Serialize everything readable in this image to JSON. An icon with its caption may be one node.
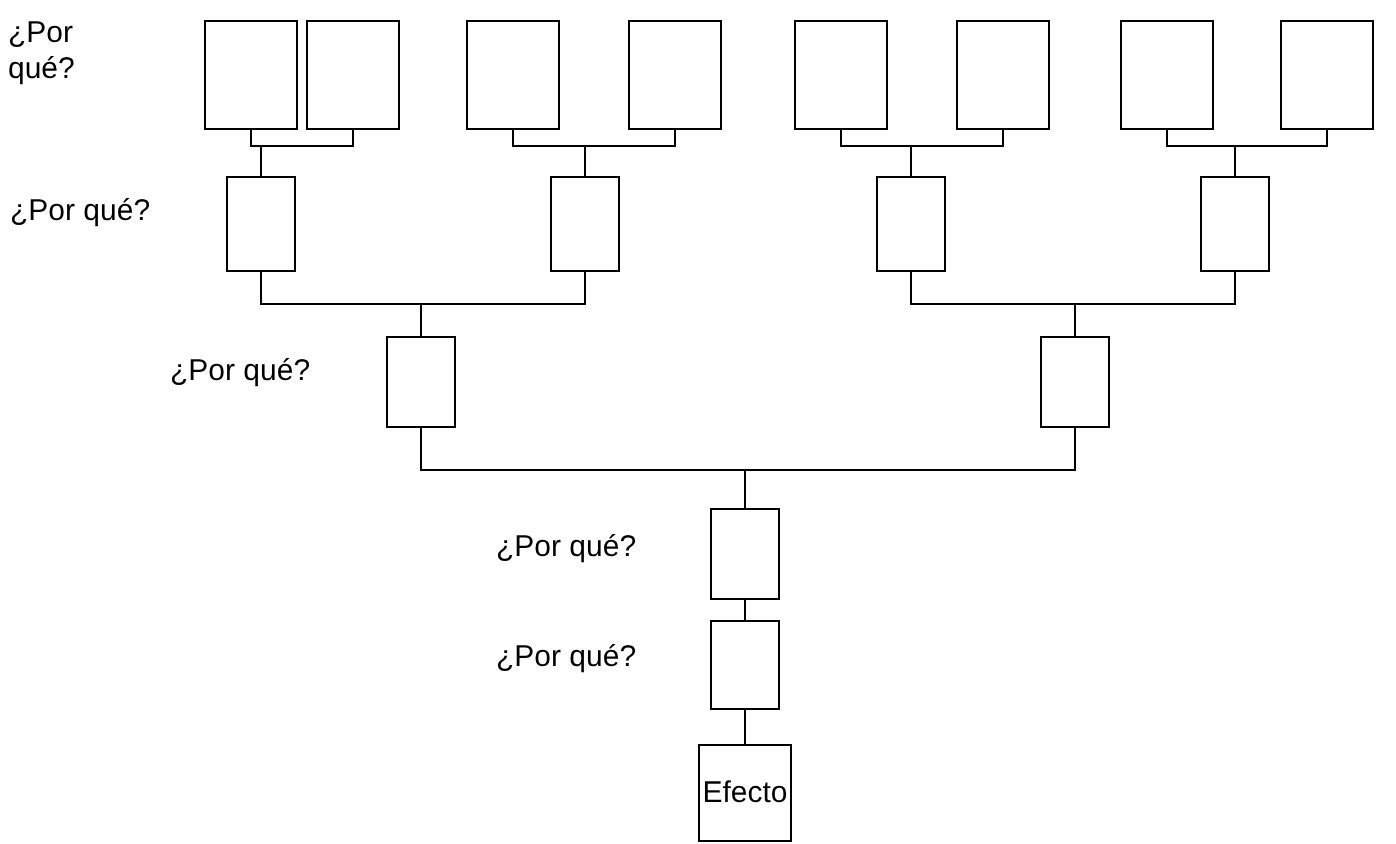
{
  "diagram": {
    "nodes": [
      {
        "text": [],
        "shape": "box"
      },
      {
        "text": [],
        "shape": "box"
      },
      {
        "text": [],
        "shape": "box"
      },
      {
        "text": [],
        "shape": "box"
      },
      {
        "text": [],
        "shape": "box"
      },
      {
        "text": [],
        "shape": "box"
      },
      {
        "text": [],
        "shape": "box"
      },
      {
        "text": [],
        "shape": "box"
      },
      {
        "text": [],
        "shape": "box"
      },
      {
        "text": [],
        "shape": "box"
      },
      {
        "text": [],
        "shape": "box"
      },
      {
        "text": [],
        "shape": "box"
      },
      {
        "text": [],
        "shape": "box"
      },
      {
        "text": [],
        "shape": "box"
      },
      {
        "text": [],
        "shape": "box"
      },
      {
        "text": [],
        "shape": "box"
      },
      {
        "text": [
          "Efecto"
        ]
      }
    ],
    "edges": [
      {
        "from": 0,
        "to": 8,
        "arrow": "none"
      },
      {
        "from": 1,
        "to": 8,
        "arrow": "none"
      },
      {
        "from": 2,
        "to": 9,
        "arrow": "none"
      },
      {
        "from": 3,
        "to": 9,
        "arrow": "none"
      },
      {
        "from": 4,
        "to": 10,
        "arrow": "none"
      },
      {
        "from": 5,
        "to": 10,
        "arrow": "none"
      },
      {
        "from": 6,
        "to": 11,
        "arrow": "none"
      },
      {
        "from": 7,
        "to": 11,
        "arrow": "none"
      },
      {
        "from": 8,
        "to": 12,
        "arrow": "none"
      },
      {
        "from": 9,
        "to": 12,
        "arrow": "none"
      },
      {
        "from": 10,
        "to": 13,
        "arrow": "none"
      },
      {
        "from": 11,
        "to": 13,
        "arrow": "none"
      },
      {
        "from": 12,
        "to": 14,
        "arrow": "none"
      },
      {
        "from": 13,
        "to": 14,
        "arrow": "none"
      },
      {
        "from": 14,
        "to": 15,
        "arrow": "none"
      },
      {
        "from": 15,
        "to": 16,
        "arrow": "none"
      }
    ],
    "labels": [
      "¿Por qué?",
      "¿Por qué?",
      "¿Por qué?",
      "¿Por qué?",
      "¿Por qué?"
    ]
  }
}
